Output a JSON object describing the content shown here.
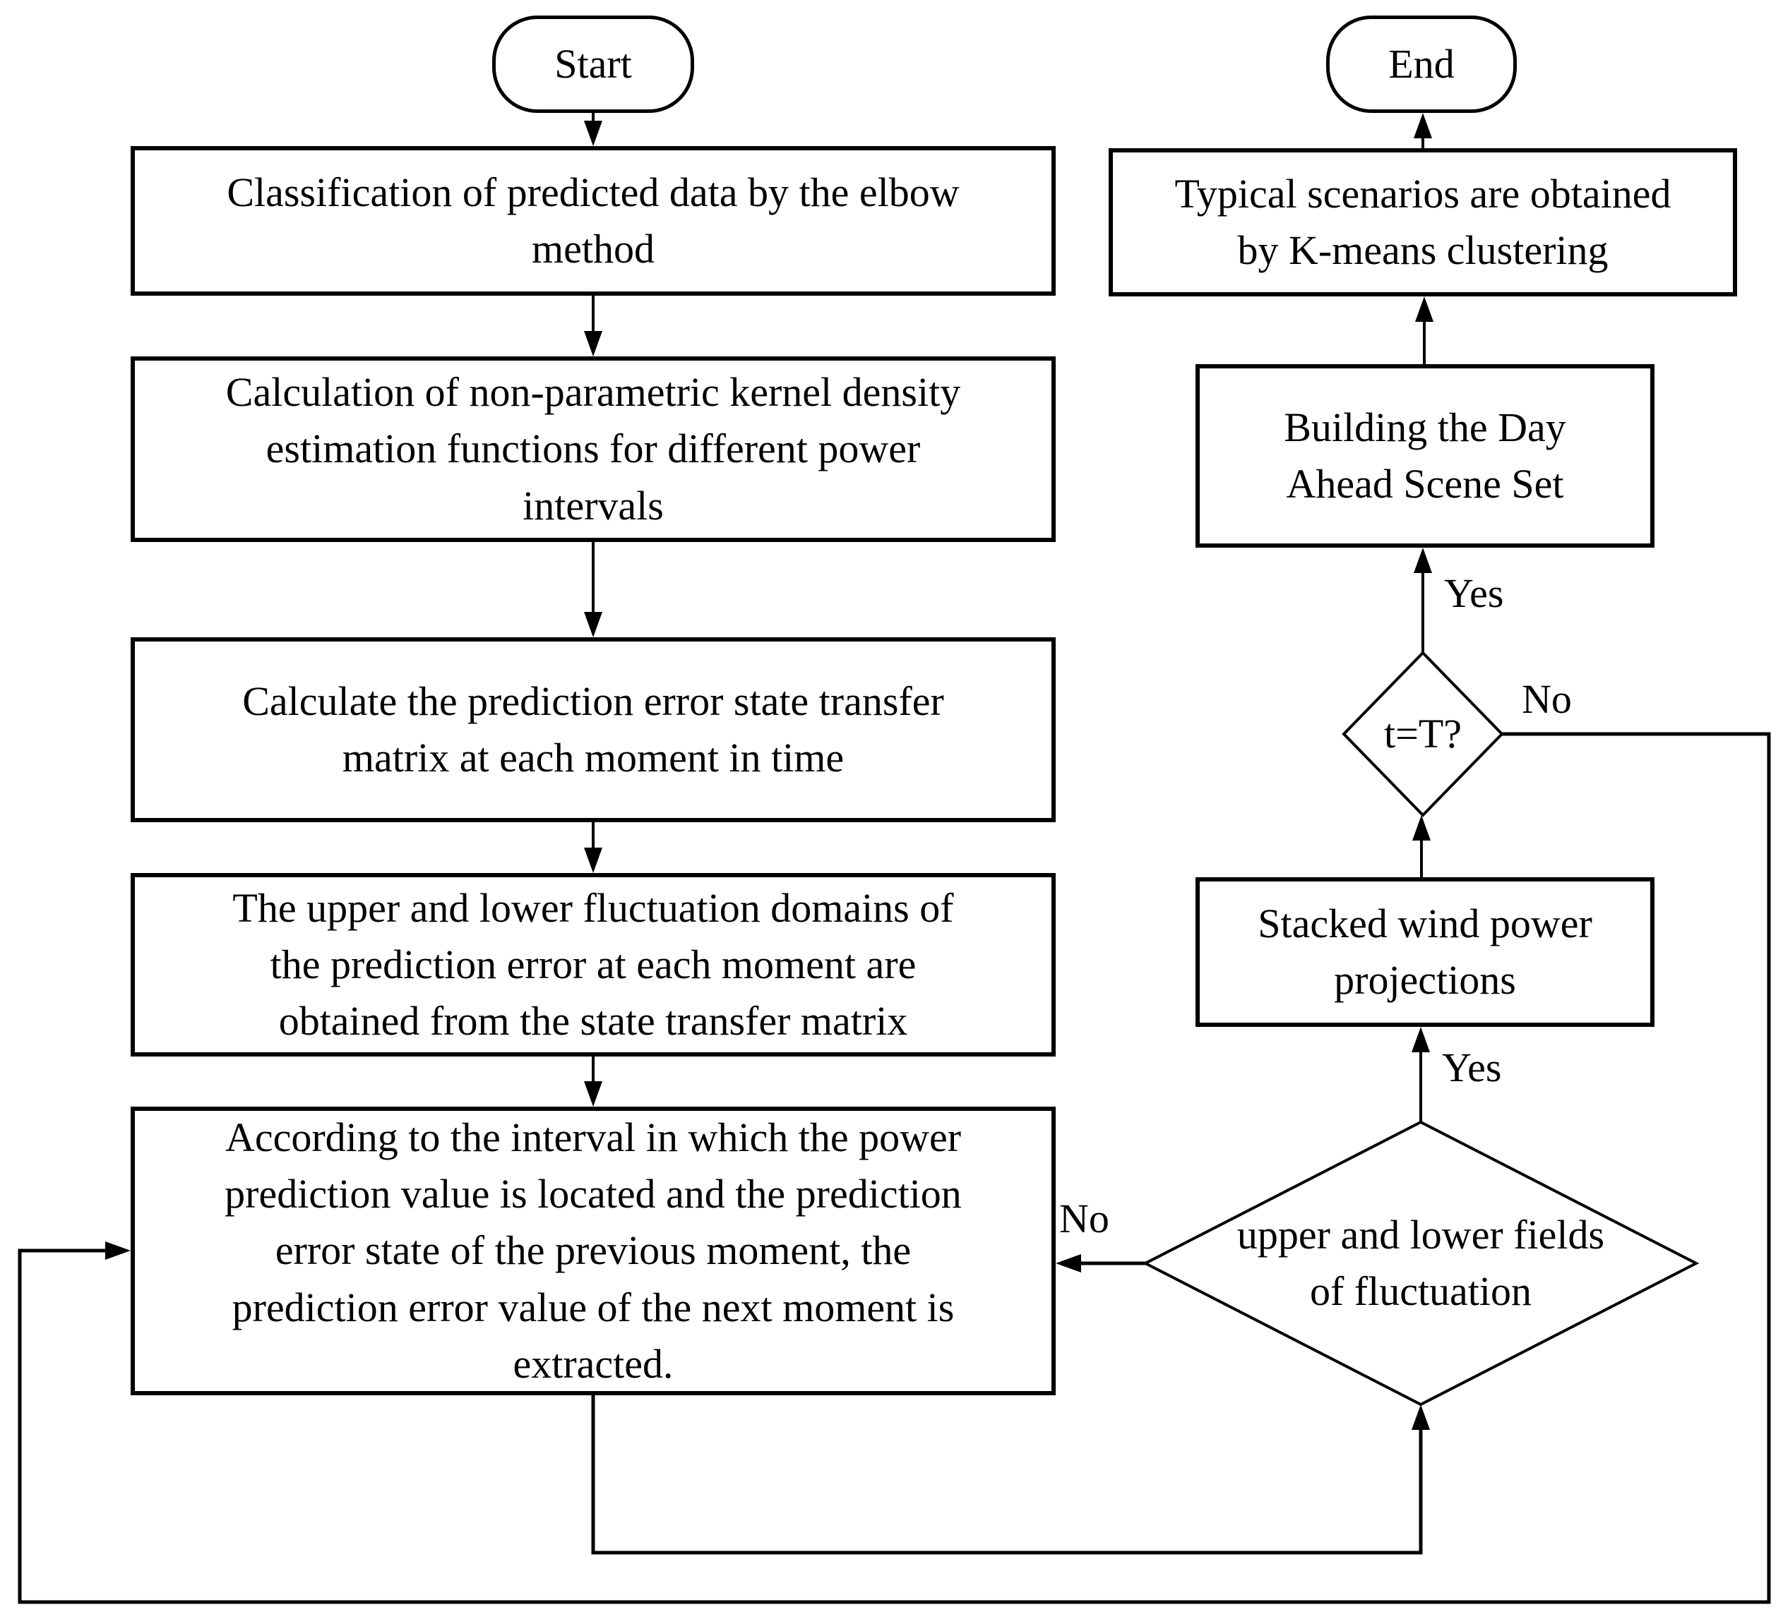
{
  "diagram": {
    "type": "flowchart",
    "background_color": "#ffffff",
    "stroke_color": "#000000",
    "node_fill_color": "#ffffff",
    "nodes": {
      "start": "Start",
      "end": "End",
      "classify": "Classification of predicted data by the elbow\nmethod",
      "kernel_density": "Calculation of non-parametric kernel density\nestimation functions for different power\nintervals",
      "transfer_matrix": "Calculate the prediction error state transfer\nmatrix at each moment in time",
      "fluctuation_domains": "The upper and lower fluctuation domains of\nthe prediction error at each moment are\nobtained from the state transfer matrix",
      "extract_error": "According to the interval in which the power\nprediction value is located and the prediction\nerror state of the previous moment, the\nprediction error value of the next moment is\nextracted.",
      "typical_scenarios": "Typical scenarios are obtained\nby K-means clustering",
      "day_ahead_scene": "Building the Day\nAhead Scene Set",
      "stacked_projections": "Stacked wind power\nprojections",
      "t_equals_T": "t=T?",
      "fluctuation_check": "upper and lower fields\nof fluctuation"
    },
    "edge_labels": {
      "t_yes": "Yes",
      "t_no": "No",
      "fluct_yes": "Yes",
      "fluct_no": "No"
    }
  }
}
